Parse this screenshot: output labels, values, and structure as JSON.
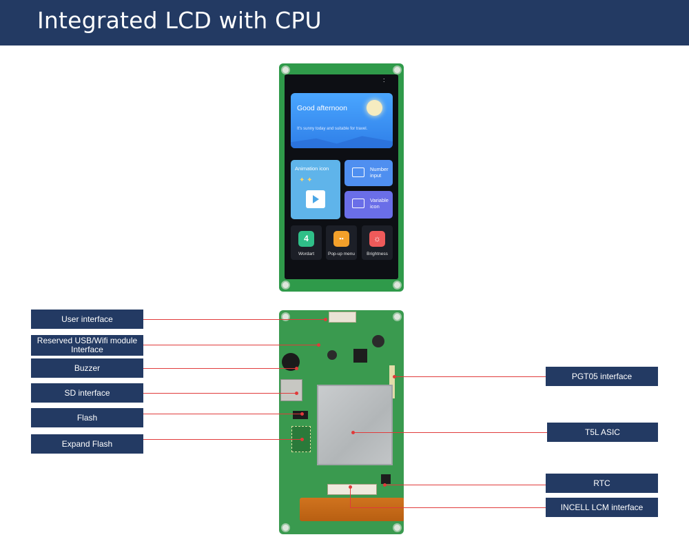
{
  "header": {
    "title": "Integrated LCD with CPU"
  },
  "screen": {
    "weather_greeting": "Good afternoon",
    "weather_subtitle": "It's sunny today and suitable for travel.",
    "tile_animation": "Animation icon",
    "tile_number": "Number input",
    "tile_variable": "Variable icon",
    "apps": [
      {
        "label": "Wordart",
        "glyph": "4",
        "color": "#2fbf88"
      },
      {
        "label": "Pop-up menu",
        "glyph": "▪▪",
        "color": "#f3a02a"
      },
      {
        "label": "Brightness",
        "glyph": "☼",
        "color": "#ef5a5a"
      }
    ]
  },
  "labels_left": [
    "User interface",
    "Reserved USB/Wifi module Interface",
    "Buzzer",
    "SD interface",
    "Flash",
    "Expand Flash"
  ],
  "labels_right": [
    "PGT05 interface",
    "T5L ASIC",
    "RTC",
    "INCELL LCM interface"
  ],
  "colors": {
    "header_bg": "#233a63",
    "leader_line": "#e03a3a",
    "pcb_green": "#3a9a4f"
  }
}
